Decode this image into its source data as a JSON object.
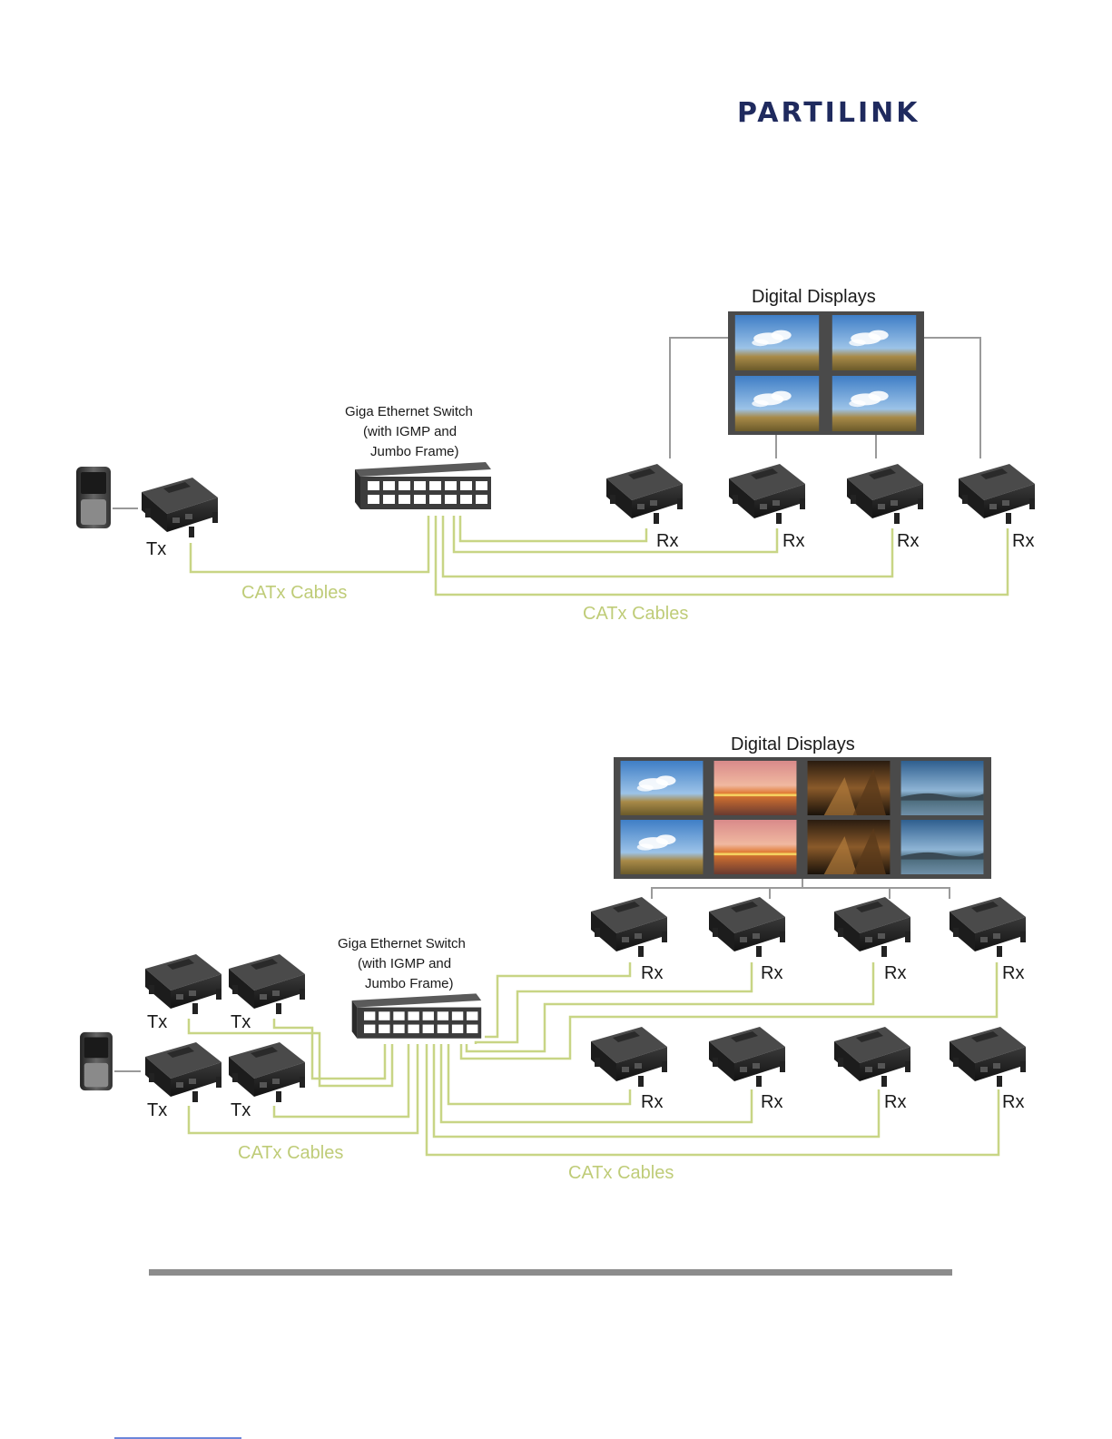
{
  "brand": {
    "logo_text": "PARTILINK"
  },
  "diagram_top": {
    "displays_title": "Digital Displays",
    "switch_label": [
      "Giga Ethernet Switch",
      "(with IGMP and",
      "Jumbo Frame)"
    ],
    "tx_labels": [
      "Tx"
    ],
    "rx_labels": [
      "Rx",
      "Rx",
      "Rx",
      "Rx"
    ],
    "cable_label_left": "CATx Cables",
    "cable_label_right": "CATx Cables"
  },
  "diagram_bottom": {
    "displays_title": "Digital Displays",
    "switch_label": [
      "Giga Ethernet Switch",
      "(with IGMP and",
      "Jumbo Frame)"
    ],
    "tx_labels": [
      "Tx",
      "Tx",
      "Tx",
      "Tx"
    ],
    "rx_labels": [
      "Rx",
      "Rx",
      "Rx",
      "Rx",
      "Rx",
      "Rx",
      "Rx",
      "Rx"
    ],
    "cable_label_left": "CATx Cables",
    "cable_label_right": "CATx Cables"
  },
  "colors": {
    "cable": "#c8d585",
    "logo": "#1f2a5e",
    "rule": "#8c8c8c"
  }
}
